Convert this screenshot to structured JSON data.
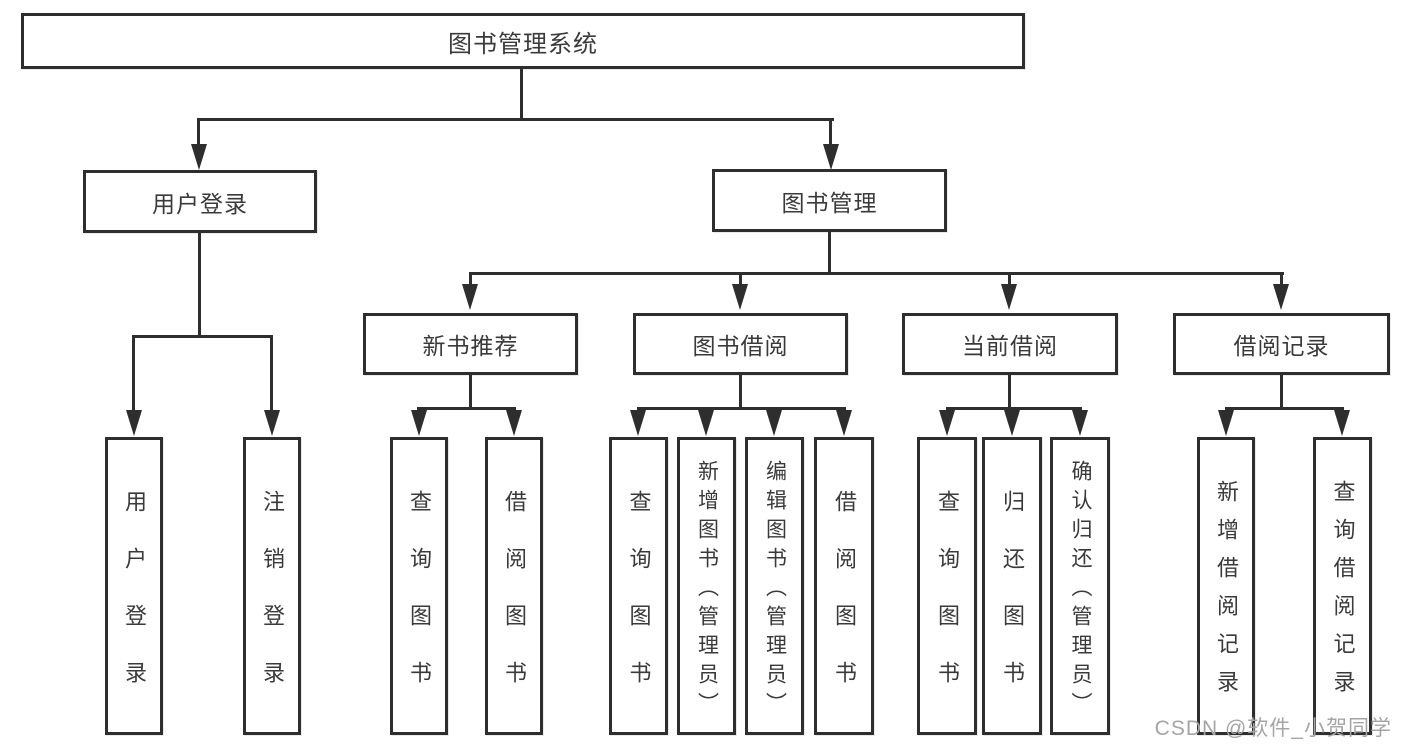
{
  "diagram": {
    "type": "hierarchy-diagram",
    "hierarchy": {
      "图书管理系统": {
        "用户登录": [
          "用户登录",
          "注销登录"
        ],
        "图书管理": {
          "新书推荐": [
            "查询图书",
            "借阅图书"
          ],
          "图书借阅": [
            "查询图书",
            "新增图书（管理员）",
            "编辑图书（管理员）",
            "借阅图书"
          ],
          "当前借阅": [
            "查询图书",
            "归还图书",
            "确认归还（管理员）"
          ],
          "借阅记录": [
            "新增借阅记录",
            "查询借阅记录"
          ]
        }
      }
    }
  },
  "nodes": {
    "root": "图书管理系统",
    "user_login": "用户登录",
    "book_mgmt": "图书管理",
    "new_book_rec": "新书推荐",
    "book_borrow": "图书借阅",
    "current_borrow": "当前借阅",
    "borrow_records": "借阅记录",
    "login": "用户登录",
    "logout": "注销登录",
    "rec_query_books": "查询图书",
    "rec_borrow_books": "借阅图书",
    "bb_query_books": "查询图书",
    "bb_add_books": "新增图书（管理员）",
    "bb_edit_books": "编辑图书（管理员）",
    "bb_borrow_books": "借阅图书",
    "cb_query_books": "查询图书",
    "cb_return_books": "归还图书",
    "cb_confirm_return": "确认归还（管理员）",
    "br_add_record": "新增借阅记录",
    "br_query_record": "查询借阅记录"
  },
  "colors": {
    "line": "#2e2e2e",
    "text": "#3a3a3a",
    "watermark_text": "#a5a5a5",
    "background": "#ffffff"
  },
  "watermark": {
    "text": "CSDN @软件_小贺同学"
  }
}
